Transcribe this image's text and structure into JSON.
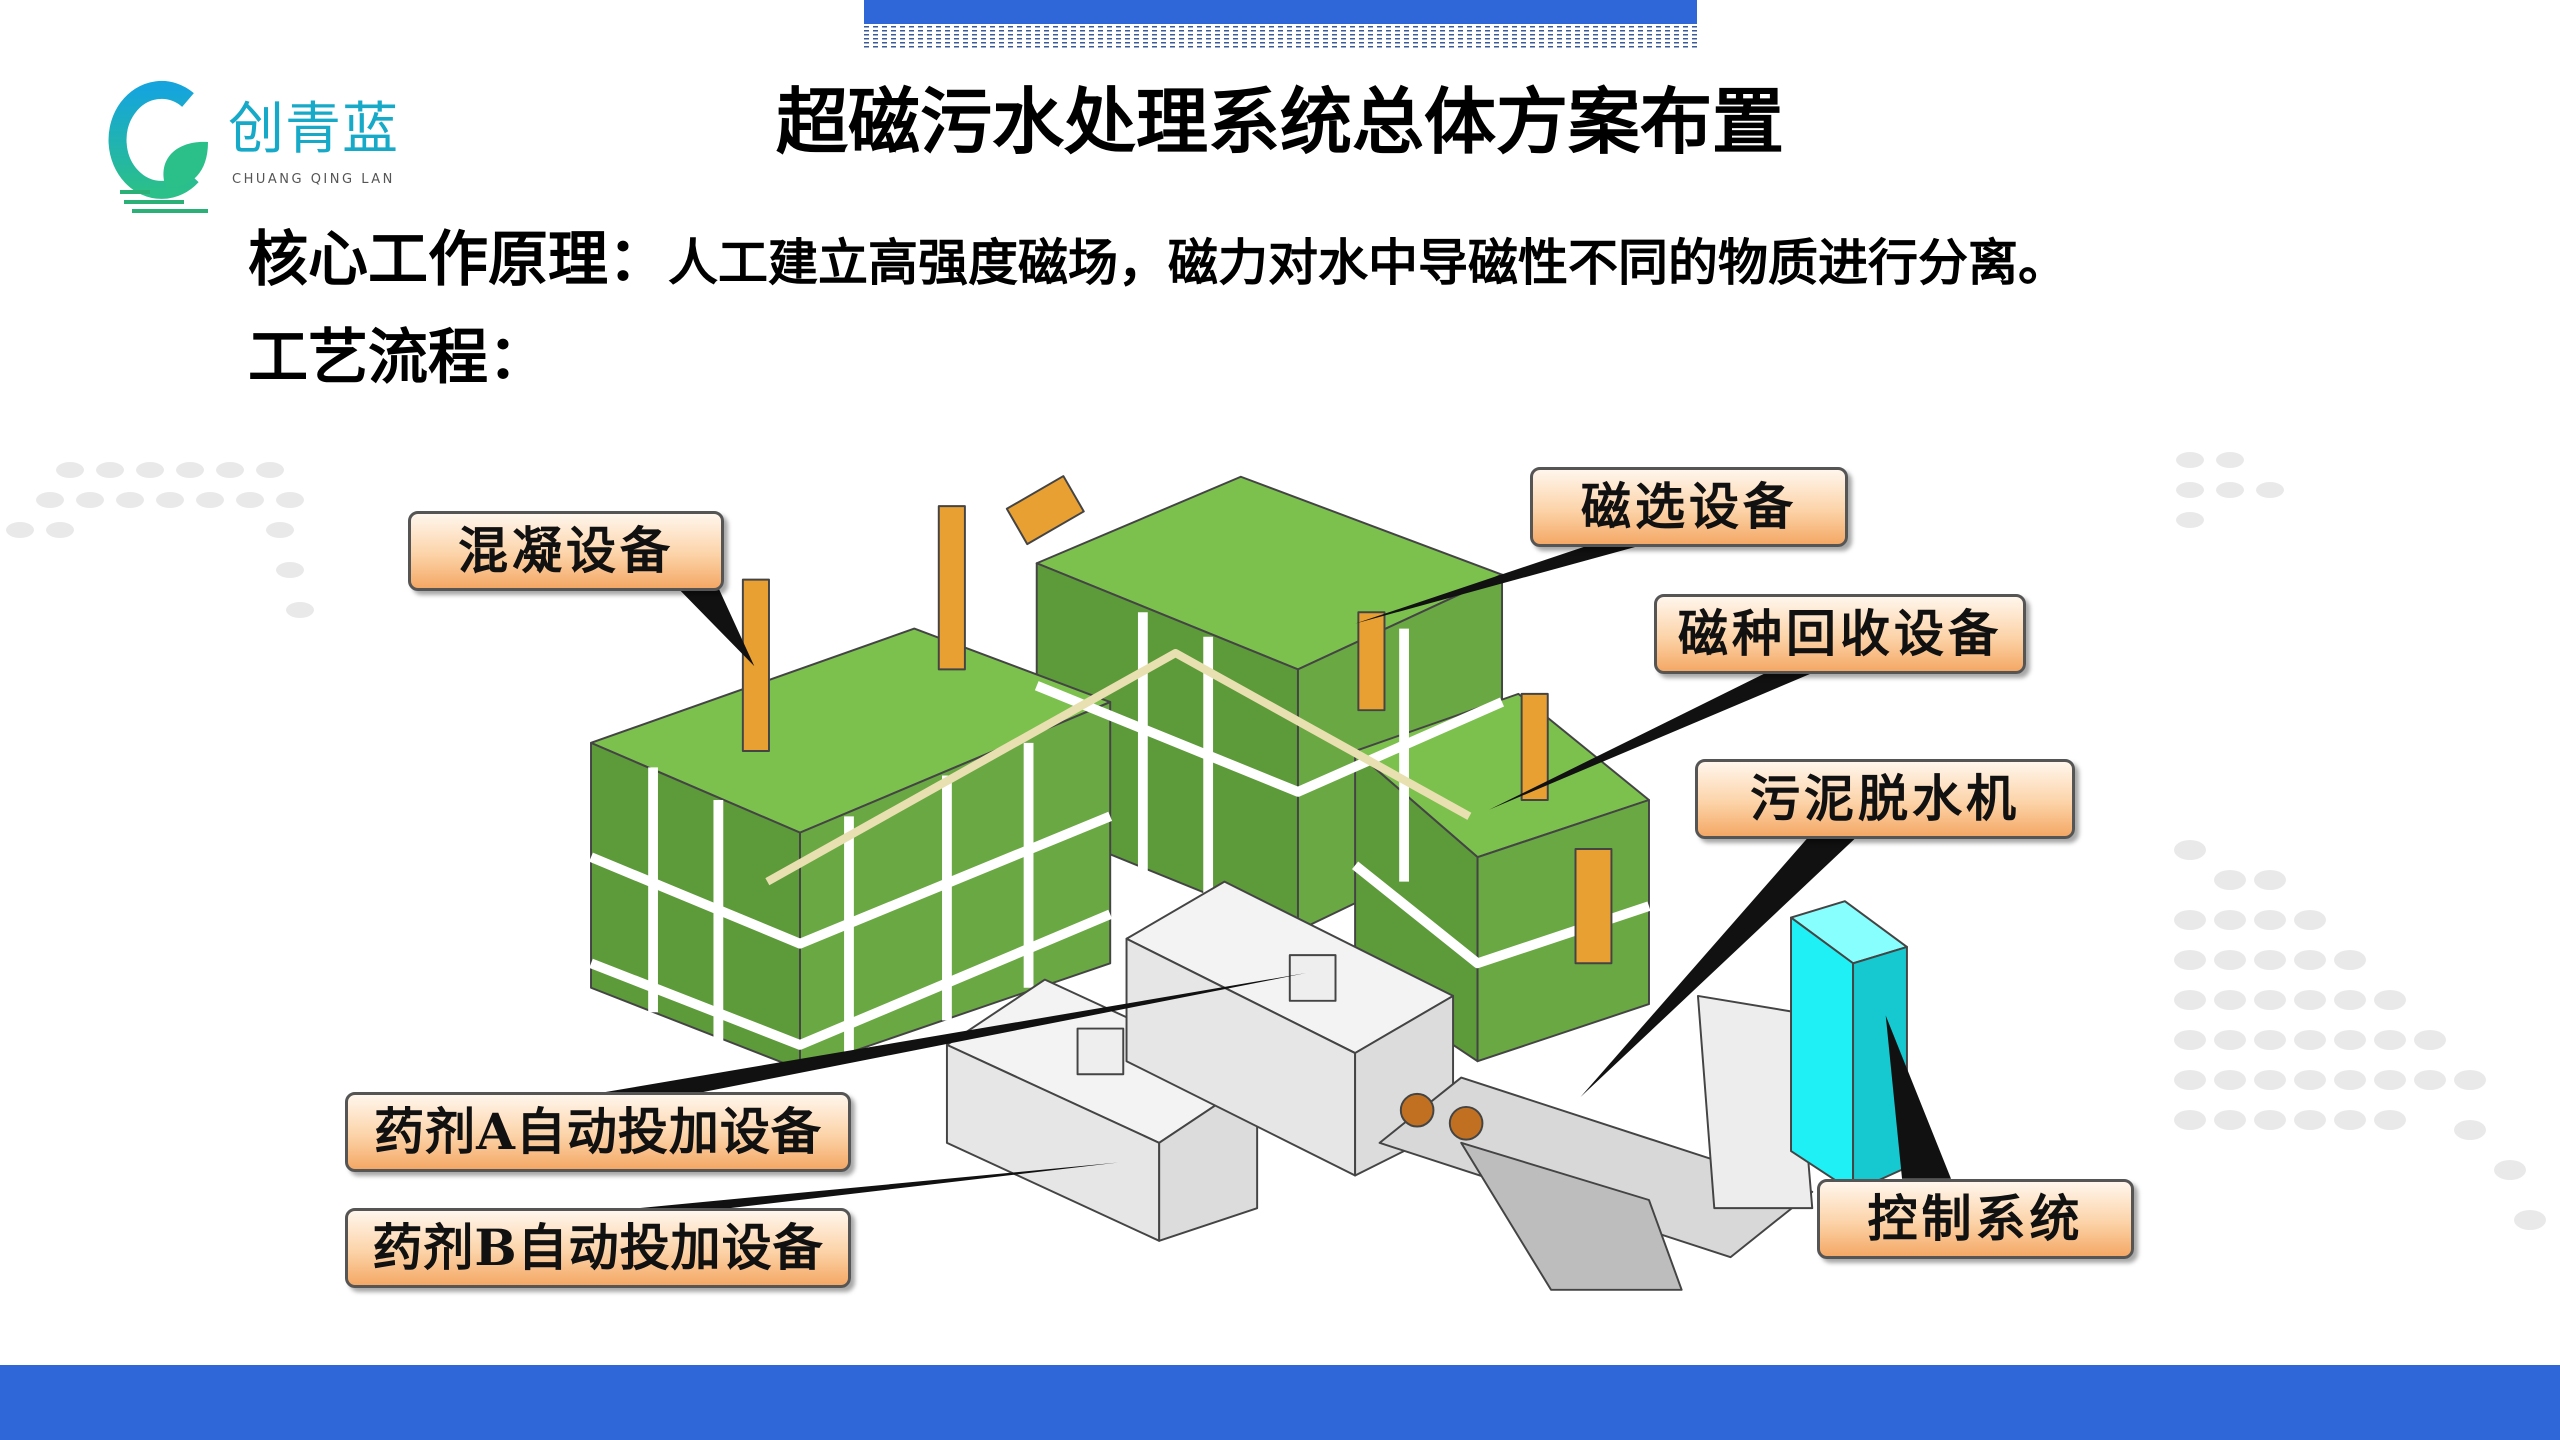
{
  "logo": {
    "name_cn": "创青蓝",
    "name_en": "CHUANG QING LAN"
  },
  "title": "超磁污水处理系统总体方案布置",
  "principle": {
    "heading": "核心工作原理：",
    "body": "人工建立高强度磁场，磁力对水中导磁性不同的物质进行分离。"
  },
  "process_heading": "工艺流程：",
  "callouts": {
    "coagulation": "混凝设备",
    "magnetic_separation": "磁选设备",
    "magnetic_seed_recovery": "磁种回收设备",
    "sludge_dewatering": "污泥脱水机",
    "dosing_a": "药剂A自动投加设备",
    "dosing_b": "药剂B自动投加设备",
    "control_system": "控制系统"
  },
  "colors": {
    "accent_blue": "#2f67d8",
    "tank_green": "#6aa843",
    "cabinet_cyan": "#1ff0f5",
    "callout_orange": "#f4a865"
  }
}
